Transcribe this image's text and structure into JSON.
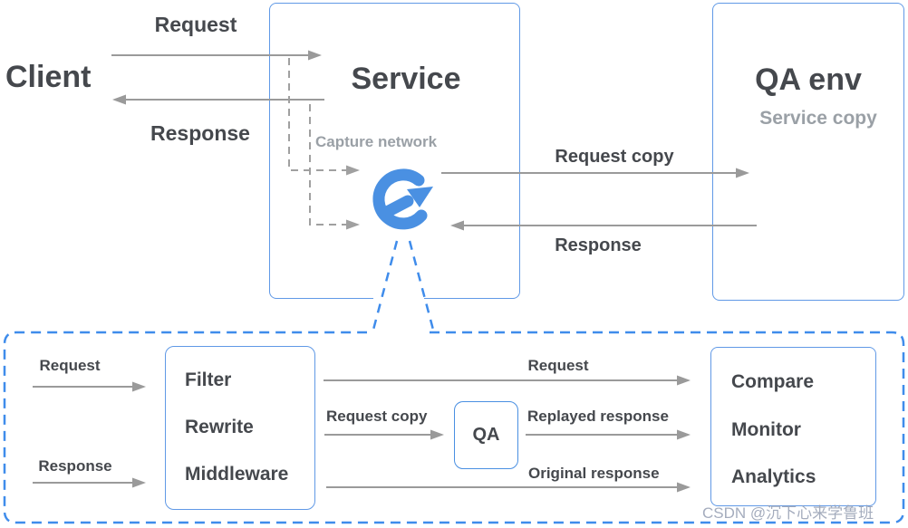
{
  "colors": {
    "accent_blue": "#4a90e2",
    "box_border_blue": "#6099e6",
    "dashed_blue": "#3f8ceb",
    "arrow_gray": "#9a9a9a",
    "text_dark": "#45484d",
    "text_gray": "#9aa0a6",
    "watermark_gray": "#949db2"
  },
  "top_section": {
    "client_label": "Client",
    "request_label": "Request",
    "response_label": "Response",
    "service_box": {
      "title": "Service",
      "capture_label": "Capture network",
      "logo": "goreplay-circular-arrow"
    },
    "qa_env_box": {
      "title": "QA env",
      "subtitle": "Service copy"
    },
    "request_copy_label": "Request copy",
    "qa_response_label": "Response"
  },
  "detail_section": {
    "request_in_label": "Request",
    "response_in_label": "Response",
    "pipeline_box": {
      "items": [
        "Filter",
        "Rewrite",
        "Middleware"
      ]
    },
    "request_out_label": "Request",
    "request_copy_label": "Request copy",
    "qa_box_label": "QA",
    "replayed_response_label": "Replayed response",
    "original_response_label": "Original response",
    "results_box": {
      "items": [
        "Compare",
        "Monitor",
        "Analytics"
      ]
    }
  },
  "watermark": "CSDN @沉下心来学鲁班"
}
